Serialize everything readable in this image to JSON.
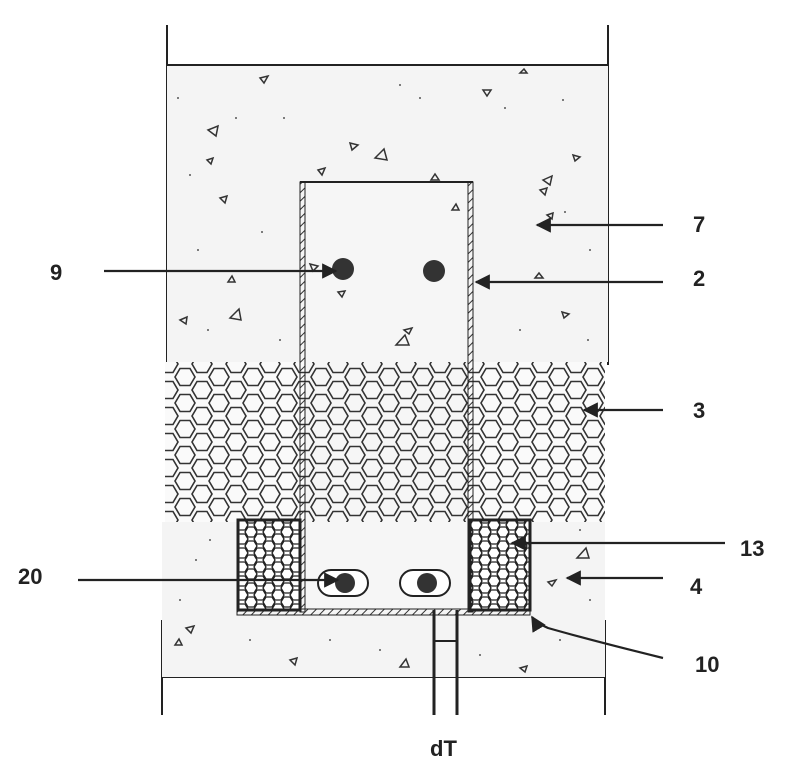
{
  "labels": {
    "l7": "7",
    "l9": "9",
    "l2": "2",
    "l3": "3",
    "l13": "13",
    "l20": "20",
    "l4": "4",
    "l10": "10",
    "ldT": "dT"
  },
  "colors": {
    "ink": "#222222",
    "concrete": "#f3f3f3",
    "hatch_outline": "#333333",
    "rebar": "#333333"
  }
}
